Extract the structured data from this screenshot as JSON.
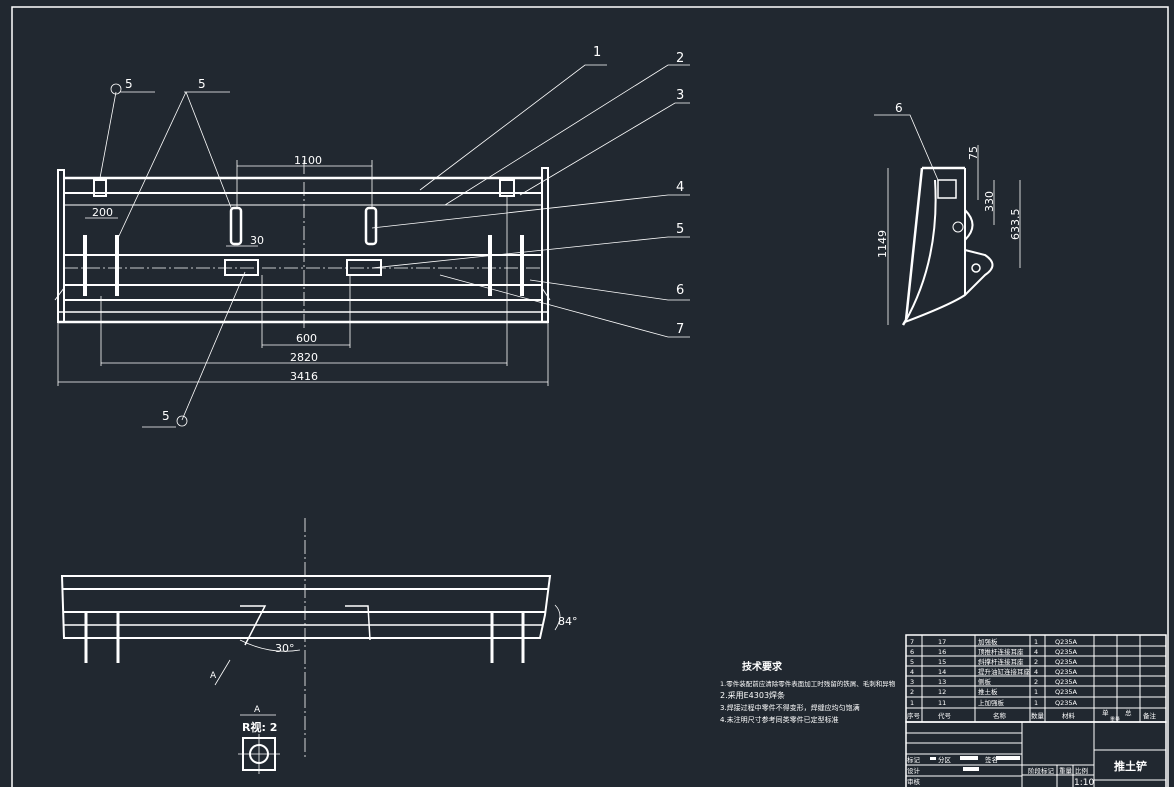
{
  "balloons": [
    "1",
    "2",
    "3",
    "4",
    "5",
    "6",
    "7"
  ],
  "weld_symbols": {
    "front_left_top": "5",
    "front_mid_top": "5",
    "front_bottom": "5",
    "side": "6"
  },
  "front_view_dims": {
    "d1100": "1100",
    "d200": "200",
    "d30": "30",
    "d600": "600",
    "d2820": "2820",
    "d3416": "3416"
  },
  "side_view_dims": {
    "d1149": "1149",
    "d75": "75",
    "d330": "330",
    "d633": "633.5"
  },
  "top_view": {
    "angle84": "84°",
    "angle30": "30°",
    "section_marker": "A"
  },
  "detail": {
    "marker": "A",
    "label": "R视: 2"
  },
  "tech_requirements": {
    "title": "技术要求",
    "items": [
      "1.零件装配前应清除零件表面加工时残留的铁屑、毛刺和异物",
      "2.采用E4303焊条",
      "3.焊接过程中零件不得变形，焊缝应均匀饱满",
      "4.未注明尺寸参考同类零件已定型标准"
    ]
  },
  "parts_list": {
    "rows": [
      {
        "no": "7",
        "code": "17",
        "name": "加强板",
        "qty": "1",
        "material": "Q235A"
      },
      {
        "no": "6",
        "code": "16",
        "name": "顶推杆连接耳座",
        "qty": "4",
        "material": "Q235A"
      },
      {
        "no": "5",
        "code": "15",
        "name": "斜撑杆连接耳座",
        "qty": "2",
        "material": "Q235A"
      },
      {
        "no": "4",
        "code": "14",
        "name": "提升油缸连接耳座",
        "qty": "4",
        "material": "Q235A"
      },
      {
        "no": "3",
        "code": "13",
        "name": "侧板",
        "qty": "2",
        "material": "Q235A"
      },
      {
        "no": "2",
        "code": "12",
        "name": "推土板",
        "qty": "1",
        "material": "Q235A"
      },
      {
        "no": "1",
        "code": "11",
        "name": "上加强板",
        "qty": "1",
        "material": "Q235A"
      }
    ],
    "headers": {
      "no": "序号",
      "code": "代号",
      "name": "名称",
      "qty": "数量",
      "material": "材料",
      "single": "单",
      "total": "总",
      "weight": "重量",
      "remark": "备注"
    }
  },
  "title_block": {
    "title": "推土铲",
    "scale": "1:10",
    "labels": {
      "design": "设计",
      "check": "审核",
      "mark": "标记",
      "divisions": "分区",
      "sign": "签名",
      "stage": "阶段标记",
      "weight": "重量",
      "scale": "比例"
    }
  }
}
